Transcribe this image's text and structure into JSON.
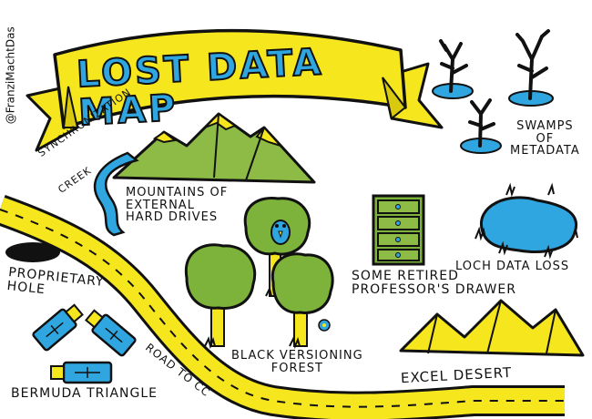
{
  "credit": "@FranziMachtDas",
  "title": "LOST DATA MAP",
  "labels": {
    "sync_creek_1": "SYNCHRONIZATION",
    "sync_creek_2": "CREEK",
    "mountains": "MOUNTAINS OF\nEXTERNAL\nHARD DRIVES",
    "swamps": "SWAMPS\nOF\nMETADATA",
    "proprietary_hole": "PROPRIETARY\nHOLE",
    "professor_drawer": "SOME RETIRED\nPROFESSOR'S DRAWER",
    "loch": "LOCH DATA LOSS",
    "road": "ROAD TO CC",
    "forest": "BLACK VERSIONING\nFOREST",
    "bermuda": "BERMUDA TRIANGLE",
    "desert": "EXCEL DESERT"
  },
  "colors": {
    "ink": "#111111",
    "yellow": "#F5E61E",
    "banner_fold": "#D9C90F",
    "green": "#7DB33A",
    "green_dark": "#5E8F25",
    "blue": "#2FA6E0",
    "mountain_green": "#8DBB45"
  }
}
